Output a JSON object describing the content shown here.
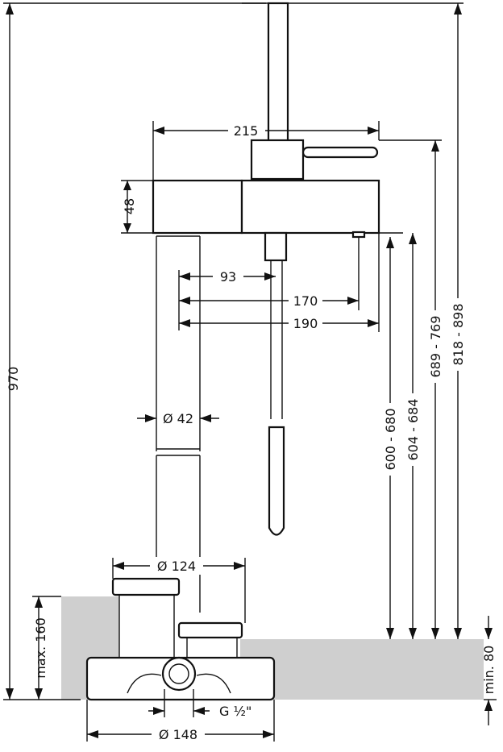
{
  "dimensions": {
    "height_total": "970",
    "width_top": "215",
    "head_height": "48",
    "d93": "93",
    "d170": "170",
    "d190": "190",
    "pipe_diameter": "Ø 42",
    "base_diameter": "Ø 124",
    "outlet_600_680": "600 - 680",
    "outlet_604_684": "604 - 684",
    "spout_689_769": "689 - 769",
    "top_818_898": "818 - 898",
    "max_160": "max. 160",
    "min_80": "min. 80",
    "thread": "G ½\"",
    "box_diameter": "Ø 148"
  }
}
